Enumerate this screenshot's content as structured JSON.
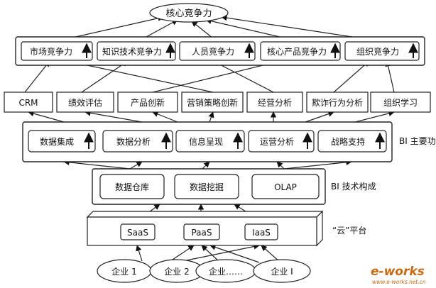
{
  "top": {
    "label": "核心竞争力"
  },
  "competencies": [
    {
      "label": "市场竞争力"
    },
    {
      "label": "知识技术竞争力"
    },
    {
      "label": "人员竞争力"
    },
    {
      "label": "核心产品竞争力"
    },
    {
      "label": "组织竞争力"
    }
  ],
  "applications": [
    {
      "label": "CRM"
    },
    {
      "label": "绩效评估"
    },
    {
      "label": "产品创新"
    },
    {
      "label": "营销策略创新"
    },
    {
      "label": "经营分析"
    },
    {
      "label": "欺诈行为分析"
    },
    {
      "label": "组织学习"
    }
  ],
  "bi_functions": {
    "side_label": "BI 主要功能",
    "items": [
      {
        "label": "数据集成"
      },
      {
        "label": "数据分析"
      },
      {
        "label": "信息呈现"
      },
      {
        "label": "运营分析"
      },
      {
        "label": "战略支持"
      }
    ]
  },
  "bi_tech": {
    "side_label": "BI 技术构成",
    "items": [
      {
        "label": "数据仓库"
      },
      {
        "label": "数据挖掘"
      },
      {
        "label": "OLAP"
      }
    ]
  },
  "cloud": {
    "side_label": "“云”平台",
    "items": [
      {
        "label": "SaaS"
      },
      {
        "label": "PaaS"
      },
      {
        "label": "IaaS"
      }
    ]
  },
  "enterprises": [
    {
      "label": "企业 1"
    },
    {
      "label": "企业 2"
    },
    {
      "label": "企业……"
    },
    {
      "label": "企业 I"
    }
  ],
  "watermark": {
    "brand": "e-works",
    "tagline": "www.e-works.net.cn"
  }
}
